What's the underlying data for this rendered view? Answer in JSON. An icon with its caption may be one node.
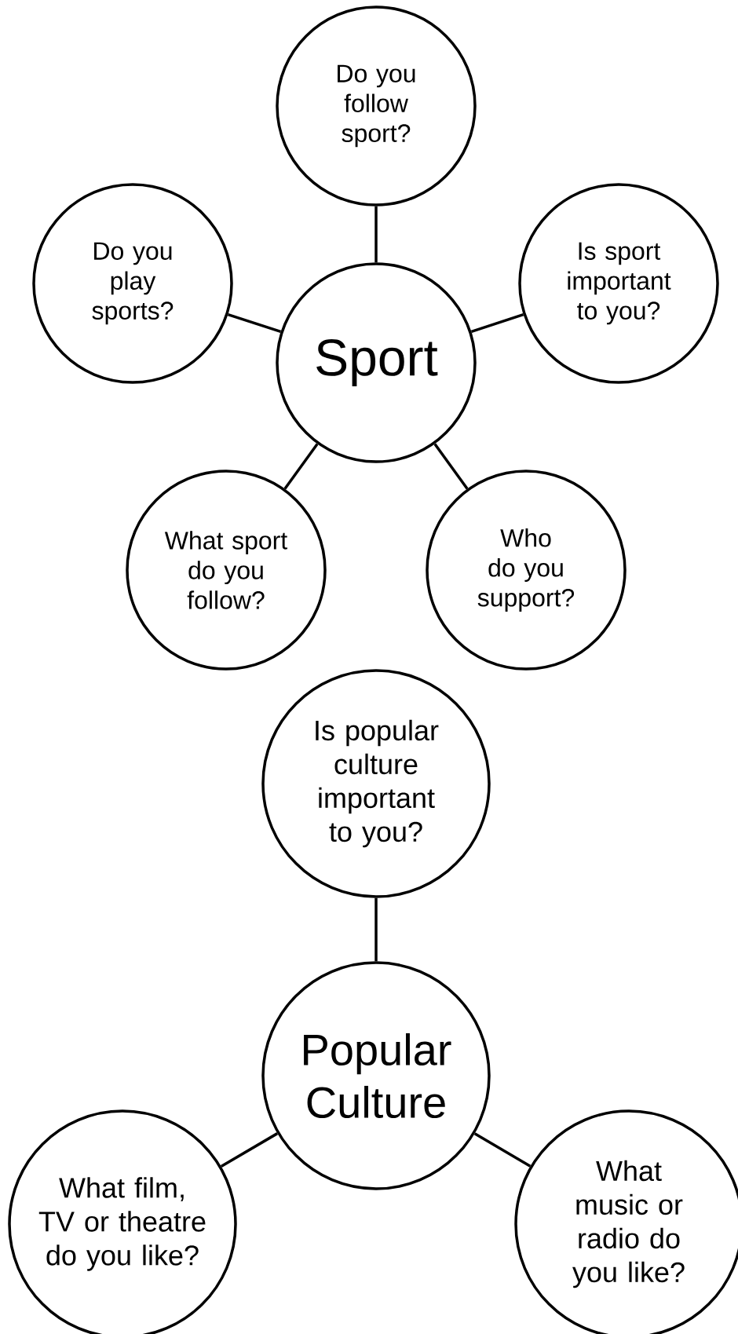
{
  "diagram": {
    "nodes": [
      {
        "text": [
          "Do you follow sport?"
        ]
      },
      {
        "text": [
          "Do you play sports?"
        ]
      },
      {
        "text": [
          "Sport"
        ]
      },
      {
        "text": [
          "Is sport important to you?"
        ]
      },
      {
        "text": [
          "What sport do you follow?"
        ]
      },
      {
        "text": [
          "Who do you support?"
        ]
      },
      {
        "text": [
          "Is popular culture important to you?"
        ]
      },
      {
        "text": [
          "Popular Culture"
        ]
      },
      {
        "text": [
          "What film, TV or theatre do you like?"
        ]
      },
      {
        "text": [
          "What music or radio do you like?"
        ]
      }
    ],
    "edges": [
      {
        "from": 2,
        "to": 0,
        "arrow": "none"
      },
      {
        "from": 2,
        "to": 1,
        "arrow": "none"
      },
      {
        "from": 2,
        "to": 3,
        "arrow": "none"
      },
      {
        "from": 2,
        "to": 4,
        "arrow": "none"
      },
      {
        "from": 2,
        "to": 5,
        "arrow": "none"
      },
      {
        "from": 7,
        "to": 6,
        "arrow": "none"
      },
      {
        "from": 7,
        "to": 8,
        "arrow": "none"
      },
      {
        "from": 7,
        "to": 9,
        "arrow": "none"
      }
    ]
  }
}
